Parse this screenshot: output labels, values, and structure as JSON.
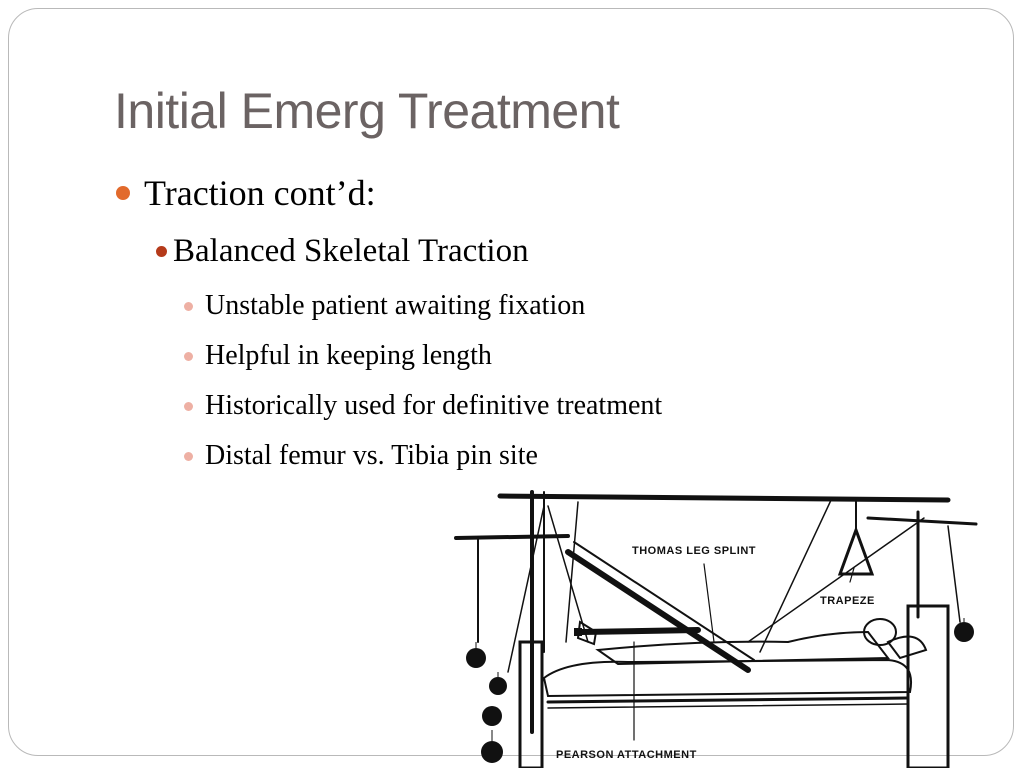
{
  "slide": {
    "title": "Initial Emerg Treatment",
    "bullets": {
      "level1": "Traction cont’d:",
      "level2": "Balanced Skeletal Traction",
      "level3": [
        "Unstable patient awaiting fixation",
        "Helpful in keeping length",
        "Historically used for definitive treatment",
        "Distal femur vs. Tibia pin site"
      ]
    },
    "figure": {
      "labels": {
        "thomas": "THOMAS LEG SPLINT",
        "trapeze": "TRAPEZE",
        "pearson": "PEARSON ATTACHMENT"
      }
    }
  },
  "colors": {
    "title": "#6b6363",
    "bullet_l1": "#e26a2c",
    "bullet_l2": "#b53a1a",
    "bullet_l3": "#eeb0a4"
  }
}
